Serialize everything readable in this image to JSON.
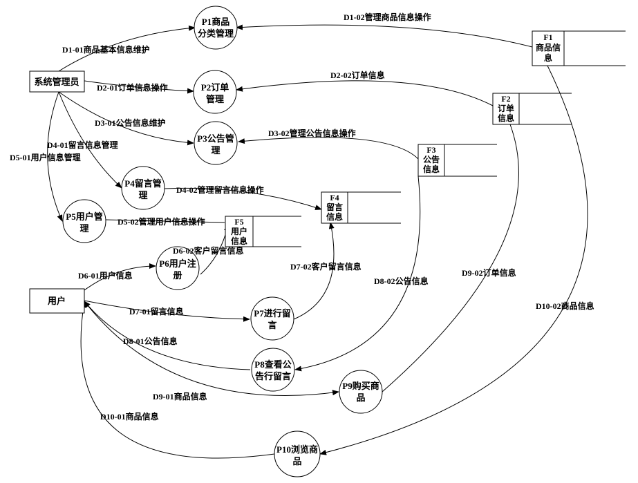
{
  "entities": {
    "admin": "系统管理员",
    "user": "用户"
  },
  "processes": {
    "p1": [
      "P1商品",
      "分类管理"
    ],
    "p2": [
      "P2订单",
      "管理"
    ],
    "p3": [
      "P3公告管",
      "理"
    ],
    "p4": [
      "P4留言管",
      "理"
    ],
    "p5": [
      "P5用户管",
      "理"
    ],
    "p6": [
      "P6用户注",
      "册"
    ],
    "p7": [
      "P7进行留",
      "言"
    ],
    "p8": [
      "P8查看公",
      "告行留言"
    ],
    "p9": [
      "P9购买商",
      "品"
    ],
    "p10": [
      "P10浏览商",
      "品"
    ]
  },
  "stores": {
    "f1": [
      "F1",
      "商品信",
      "息"
    ],
    "f2": [
      "F2",
      "订单",
      "信息"
    ],
    "f3": [
      "F3",
      "公告",
      "信息"
    ],
    "f4": [
      "F4",
      "留言",
      "信息"
    ],
    "f5": [
      "F5",
      "用户",
      "信息"
    ]
  },
  "flows": {
    "d1_01": "D1-01商品基本信息维护",
    "d1_02": "D1-02管理商品信息操作",
    "d2_01": "D2-01订单信息操作",
    "d2_02": "D2-02订单信息",
    "d3_01": "D3-01公告信息维护",
    "d3_02": "D3-02管理公告信息操作",
    "d4_01": "D4-01留言信息管理",
    "d4_02": "D4-02管理留言信息操作",
    "d5_01": "D5-01用户信息管理",
    "d5_02": "D5-02管理用户信息操作",
    "d6_01": "D6-01用户信息",
    "d6_02": "D6-02客户留言信息",
    "d7_01": "D7-01留言信息",
    "d7_02": "D7-02客户留言信息",
    "d8_01": "D8-01公告信息",
    "d8_02": "D8-02公告信息",
    "d9_01": "D9-01商品信息",
    "d9_02": "D9-02订单信息",
    "d10_01": "D10-01商品信息",
    "d10_02": "D10-02商品信息"
  }
}
